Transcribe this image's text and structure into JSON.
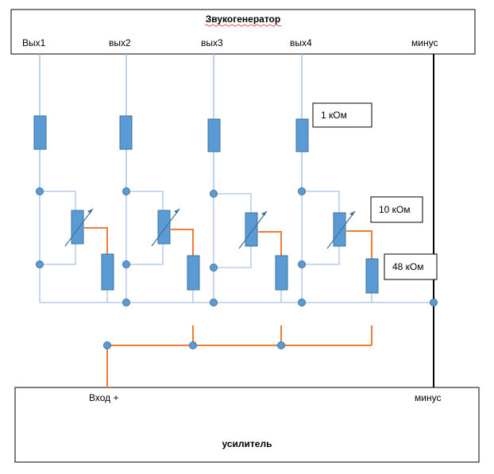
{
  "generator": {
    "title": "Звукогенератор",
    "outputs": [
      "Вых1",
      "вых2",
      "вых3",
      "вых4"
    ],
    "minus": "минус"
  },
  "amplifier": {
    "title": "усилитель",
    "input": "Вход +",
    "minus": "минус"
  },
  "callouts": {
    "r1": "1 кОм",
    "pot": "10 кОм",
    "r2": "48 кОм"
  },
  "colors": {
    "component": "#5b9bd5",
    "component_border": "#41719c",
    "wire_blue": "#a9c4e4",
    "wire_orange": "#ed7d31",
    "wire_ground": "#000000"
  }
}
